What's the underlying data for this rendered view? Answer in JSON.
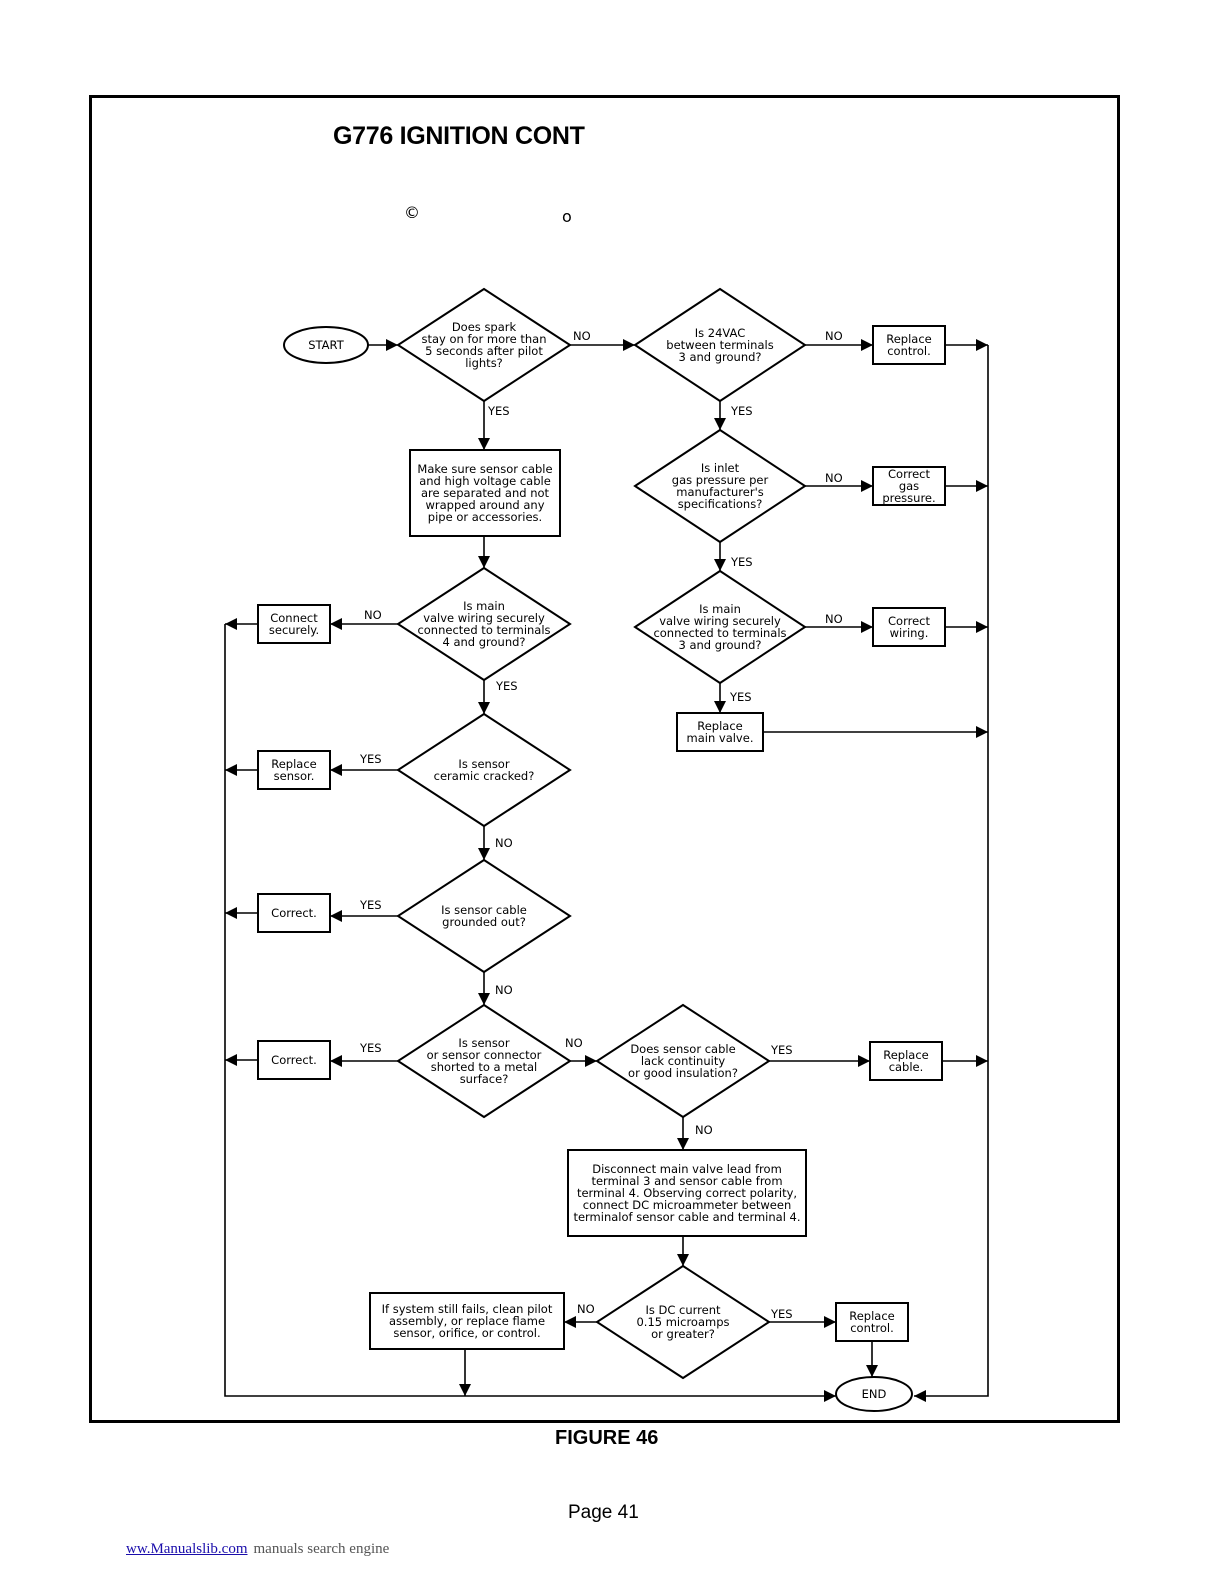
{
  "header": {
    "title": "G776 IGNITION CONT",
    "copyright_mark": "©",
    "degree_mark": "o"
  },
  "flowchart": {
    "start": "START",
    "end": "END",
    "decisions": {
      "spark": [
        "Does spark",
        "stay on for more than",
        "5 seconds after pilot",
        "lights?"
      ],
      "vac": [
        "Is 24VAC",
        "between terminals",
        "3 and ground?"
      ],
      "inlet": [
        "Is inlet",
        "gas pressure per",
        "manufacturer's",
        "specifications?"
      ],
      "main_r": [
        "Is main",
        "valve wiring securely",
        "connected to terminals",
        "3 and ground?"
      ],
      "main_l": [
        "Is main",
        "valve wiring securely",
        "connected to terminals",
        "4 and ground?"
      ],
      "ceramic": [
        "Is sensor",
        "ceramic cracked?"
      ],
      "grounded": [
        "Is sensor cable",
        "grounded out?"
      ],
      "shorted": [
        "Is sensor",
        "or sensor connector",
        "shorted to a metal",
        "surface?"
      ],
      "continuity": [
        "Does sensor cable",
        "lack continuity",
        "or good insulation?"
      ],
      "current": [
        "Is DC current",
        "0.15 microamps",
        "or greater?"
      ]
    },
    "actions": {
      "replace_control_1": [
        "Replace",
        "control."
      ],
      "correct_gas": [
        "Correct",
        "gas",
        "pressure."
      ],
      "correct_wiring": [
        "Correct",
        "wiring."
      ],
      "replace_valve": [
        "Replace",
        "main valve."
      ],
      "make_sure": [
        "Make sure sensor cable",
        "and high voltage cable",
        "are separated and not",
        "wrapped around any",
        "pipe or accessories."
      ],
      "connect": [
        "Connect",
        "securely."
      ],
      "replace_sensor": [
        "Replace",
        "sensor."
      ],
      "correct_1": [
        "Correct."
      ],
      "correct_2": [
        "Correct."
      ],
      "replace_cable": [
        "Replace",
        "cable."
      ],
      "disconnect": [
        "Disconnect main valve lead from",
        "terminal 3 and sensor cable from",
        "terminal 4. Observing correct polarity,",
        "connect DC microammeter between",
        "terminalof sensor cable and terminal 4."
      ],
      "if_fails": [
        "If system still fails, clean pilot",
        "assembly, or replace flame",
        "sensor, orifice, or control."
      ],
      "replace_control_2": [
        "Replace",
        "control."
      ]
    },
    "labels": {
      "yes": "YES",
      "no": "NO"
    }
  },
  "figure_caption": "FIGURE 46",
  "page_number": "Page 41",
  "footer": {
    "link_text": "ww.Manualslib.com",
    "tail_text": "manuals search engine"
  }
}
